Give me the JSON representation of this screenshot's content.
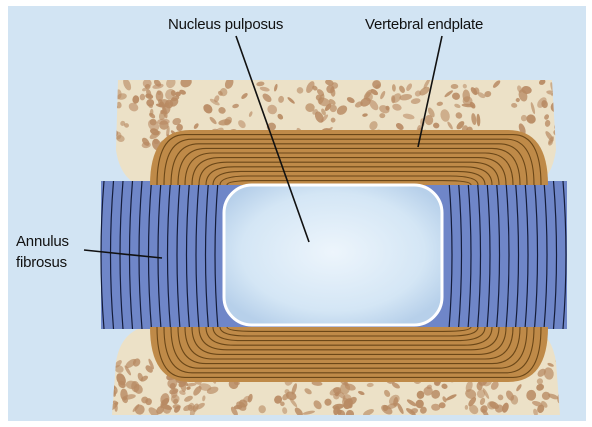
{
  "labels": {
    "nucleus_pulposus": "Nucleus pulposus",
    "vertebral_endplate": "Vertebral endplate",
    "annulus_line1": "Annulus",
    "annulus_line2": "fibrosus"
  },
  "colors": {
    "background": "#d2e4f3",
    "bone": "#ece1c7",
    "bone_speckle": "#b88a63",
    "endplate_fill": "#bf8a48",
    "endplate_lines": "#6b4718",
    "annulus_fill": "#6f86c8",
    "annulus_lines": "#141c3a",
    "nucleus_fill": "#dbeaf7",
    "leader_lines": "#111111"
  }
}
